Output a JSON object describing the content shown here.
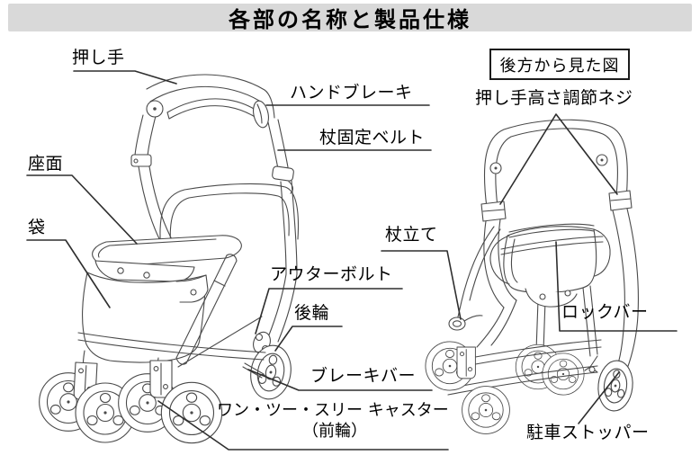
{
  "title": "各部の名称と製品仕様",
  "colors": {
    "title_bg": "#d9d9d9",
    "art_line": "#4a4a4a",
    "leader_line": "#2e2e2e",
    "text": "#000000"
  },
  "left_view": {
    "labels": {
      "push_handle": "押し手",
      "hand_brake": "ハンドブレーキ",
      "cane_belt": "杖固定ベルト",
      "seat": "座面",
      "bag": "袋",
      "outer_bolt": "アウターボルト",
      "rear_wheel": "後輪",
      "brake_bar": "ブレーキバー",
      "front_caster_line1": "ワン・ツー・スリー キャスター",
      "front_caster_line2": "（前輪）"
    }
  },
  "right_view": {
    "caption": "後方から見た図",
    "labels": {
      "handle_height_screw": "押し手高さ調節ネジ",
      "cane_stand": "杖立て",
      "lock_bar": "ロックバー",
      "parking_stopper": "駐車ストッパー"
    }
  }
}
